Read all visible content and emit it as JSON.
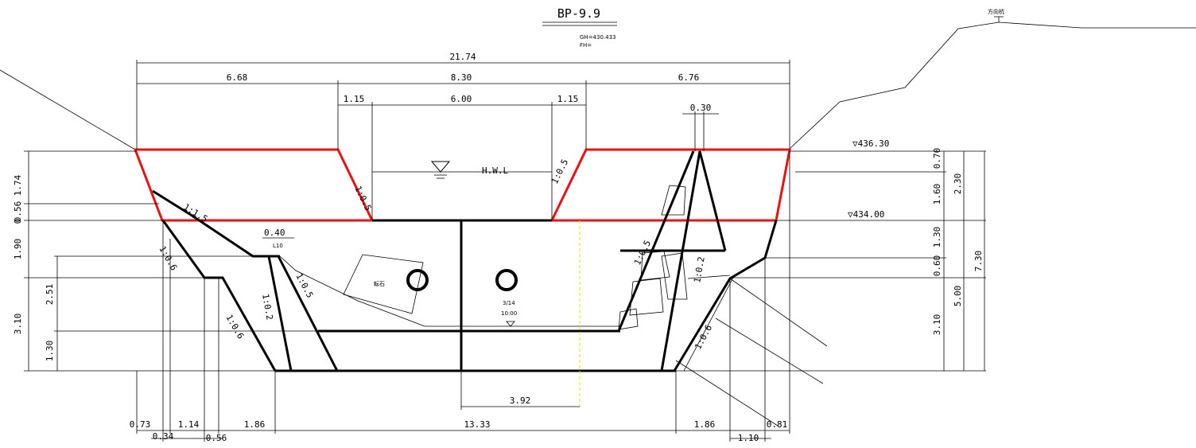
{
  "title": "BP-9.9",
  "ground_info": [
    "GH=430.433",
    "FH="
  ],
  "direction_stake": "方向杭",
  "dims_top": {
    "total": "21.74",
    "left": "6.68",
    "middle": "8.30",
    "right": "6.76",
    "inner_left": "1.15",
    "inner_mid": "6.00",
    "inner_right": "1.15",
    "right_small": "0.30"
  },
  "dims_left": [
    "1.74",
    "0.56",
    "0",
    "1.90",
    "2.51",
    "3.10",
    "1.30"
  ],
  "dims_right": [
    "0.70",
    "1.60",
    "2.30",
    "1.30",
    "0.60",
    "5.00",
    "7.30",
    "3.10"
  ],
  "elevations": [
    "▽436.30",
    "▽434.00"
  ],
  "hwl": "H.W.L",
  "dims_bottom": [
    "0.73",
    "1.14",
    "1.86",
    "13.33",
    "1.86",
    "0.81",
    "0.34",
    "0.56",
    "1.10"
  ],
  "center_dim": "3.92",
  "slope_labels": [
    "1:0.5",
    "1:0.5",
    "1:1.5",
    "1:0.6",
    "1:0.6",
    "1:0.2",
    "1:0.5",
    "1:0.5",
    "1:0.2",
    "1:0.6"
  ],
  "small_labels": [
    "0.40",
    "L10"
  ],
  "boulder_label": "転石",
  "water_note": [
    "3/14",
    "10:00"
  ]
}
